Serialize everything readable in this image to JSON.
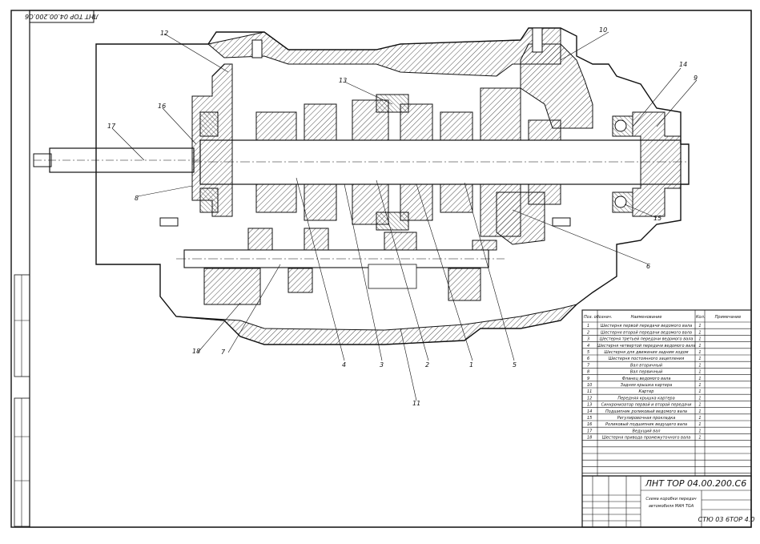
{
  "drawing": {
    "stamp_code_top": "ЛНТ ТОР 04.00.200.С6",
    "part_labels": [
      "1",
      "2",
      "3",
      "4",
      "5",
      "6",
      "7",
      "8",
      "9",
      "10",
      "11",
      "12",
      "13",
      "14",
      "15",
      "16",
      "17",
      "18"
    ]
  },
  "bom": {
    "headers": {
      "pos": "Поз. обознач.",
      "name": "Наименование",
      "qty": "Кол.",
      "note": "Примечание"
    },
    "rows": [
      {
        "pos": "1",
        "name": "Шестерня первой передачи ведомого вала",
        "qty": "1"
      },
      {
        "pos": "2",
        "name": "Шестерня второй передачи ведомого вала",
        "qty": "1"
      },
      {
        "pos": "3",
        "name": "Шестерня третьей передачи ведомого вала",
        "qty": "1"
      },
      {
        "pos": "4",
        "name": "Шестерня четвертой передачи ведомого вала",
        "qty": "1"
      },
      {
        "pos": "5",
        "name": "Шестерня для движения задним ходом",
        "qty": "1"
      },
      {
        "pos": "6",
        "name": "Шестерня постоянного зацепления",
        "qty": "1"
      },
      {
        "pos": "7",
        "name": "Вал вторичный",
        "qty": "1"
      },
      {
        "pos": "8",
        "name": "Вал первичный",
        "qty": "1"
      },
      {
        "pos": "9",
        "name": "Фланец ведомого вала",
        "qty": "1"
      },
      {
        "pos": "10",
        "name": "Задняя крышка картера",
        "qty": "1"
      },
      {
        "pos": "11",
        "name": "Картер",
        "qty": "1"
      },
      {
        "pos": "12",
        "name": "Передняя крышка картера",
        "qty": "1"
      },
      {
        "pos": "13",
        "name": "Синхронизатор первой и второй передачи",
        "qty": "1"
      },
      {
        "pos": "14",
        "name": "Подшипник роликовый ведомого вала",
        "qty": "1"
      },
      {
        "pos": "15",
        "name": "Регулировочная прокладка",
        "qty": "1"
      },
      {
        "pos": "16",
        "name": "Роликовый подшипник ведущего вала",
        "qty": "1"
      },
      {
        "pos": "17",
        "name": "Ведущий вал",
        "qty": "1"
      },
      {
        "pos": "18",
        "name": "Шестерня привода промежуточного вала",
        "qty": "1"
      }
    ]
  },
  "title_block": {
    "doc_code": "ЛНТ ТОР 04.00.200.С6",
    "title_line1": "Схема коробки передач",
    "title_line2": "автомобиля МАН TGA",
    "org": "СТЮ 03 6ТОР 4.0"
  }
}
